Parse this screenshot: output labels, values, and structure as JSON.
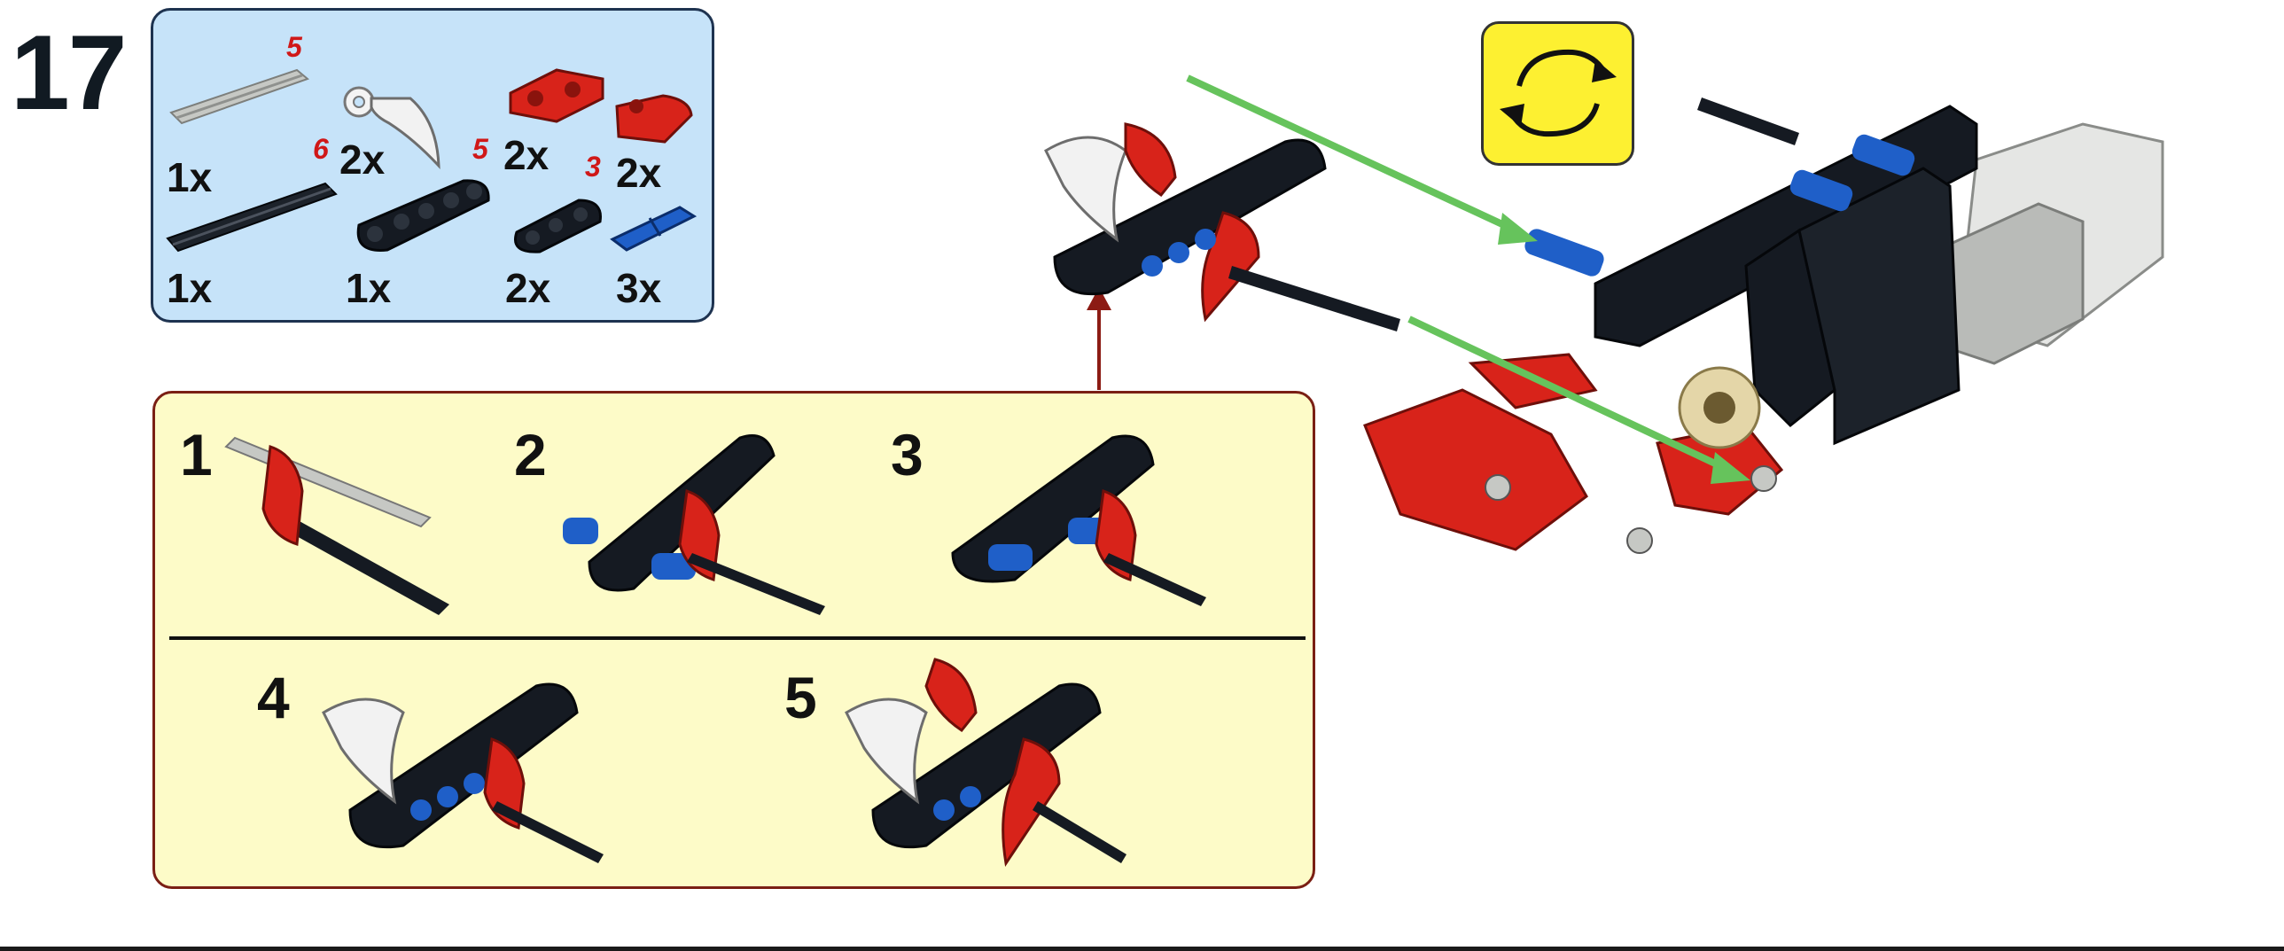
{
  "step": {
    "number": "17"
  },
  "parts_list": {
    "items": [
      {
        "name": "axle-grey",
        "length": "5",
        "quantity": "1x"
      },
      {
        "name": "white-blade",
        "length": "",
        "quantity": "2x"
      },
      {
        "name": "red-connector",
        "length": "",
        "quantity": "2x"
      },
      {
        "name": "red-wedge",
        "length": "",
        "quantity": "2x"
      },
      {
        "name": "axle-black",
        "length": "6",
        "quantity": "1x"
      },
      {
        "name": "black-beam",
        "length": "5",
        "quantity": "1x"
      },
      {
        "name": "black-beam-short",
        "length": "3",
        "quantity": "2x"
      },
      {
        "name": "blue-pin",
        "length": "",
        "quantity": "3x"
      }
    ]
  },
  "submodel": {
    "steps": [
      {
        "number": "1"
      },
      {
        "number": "2"
      },
      {
        "number": "3"
      },
      {
        "number": "4"
      },
      {
        "number": "5"
      }
    ]
  },
  "colors": {
    "lego_red": "#d8231a",
    "lego_black": "#151a22",
    "lego_blue": "#1f5fc8",
    "lego_grey": "#c6c8c4",
    "arrow_green": "#66c35c",
    "callout_red": "#8c1b14",
    "rotate_yellow": "#fdf031"
  },
  "icons": {
    "rotate": "rotate-model-icon"
  }
}
